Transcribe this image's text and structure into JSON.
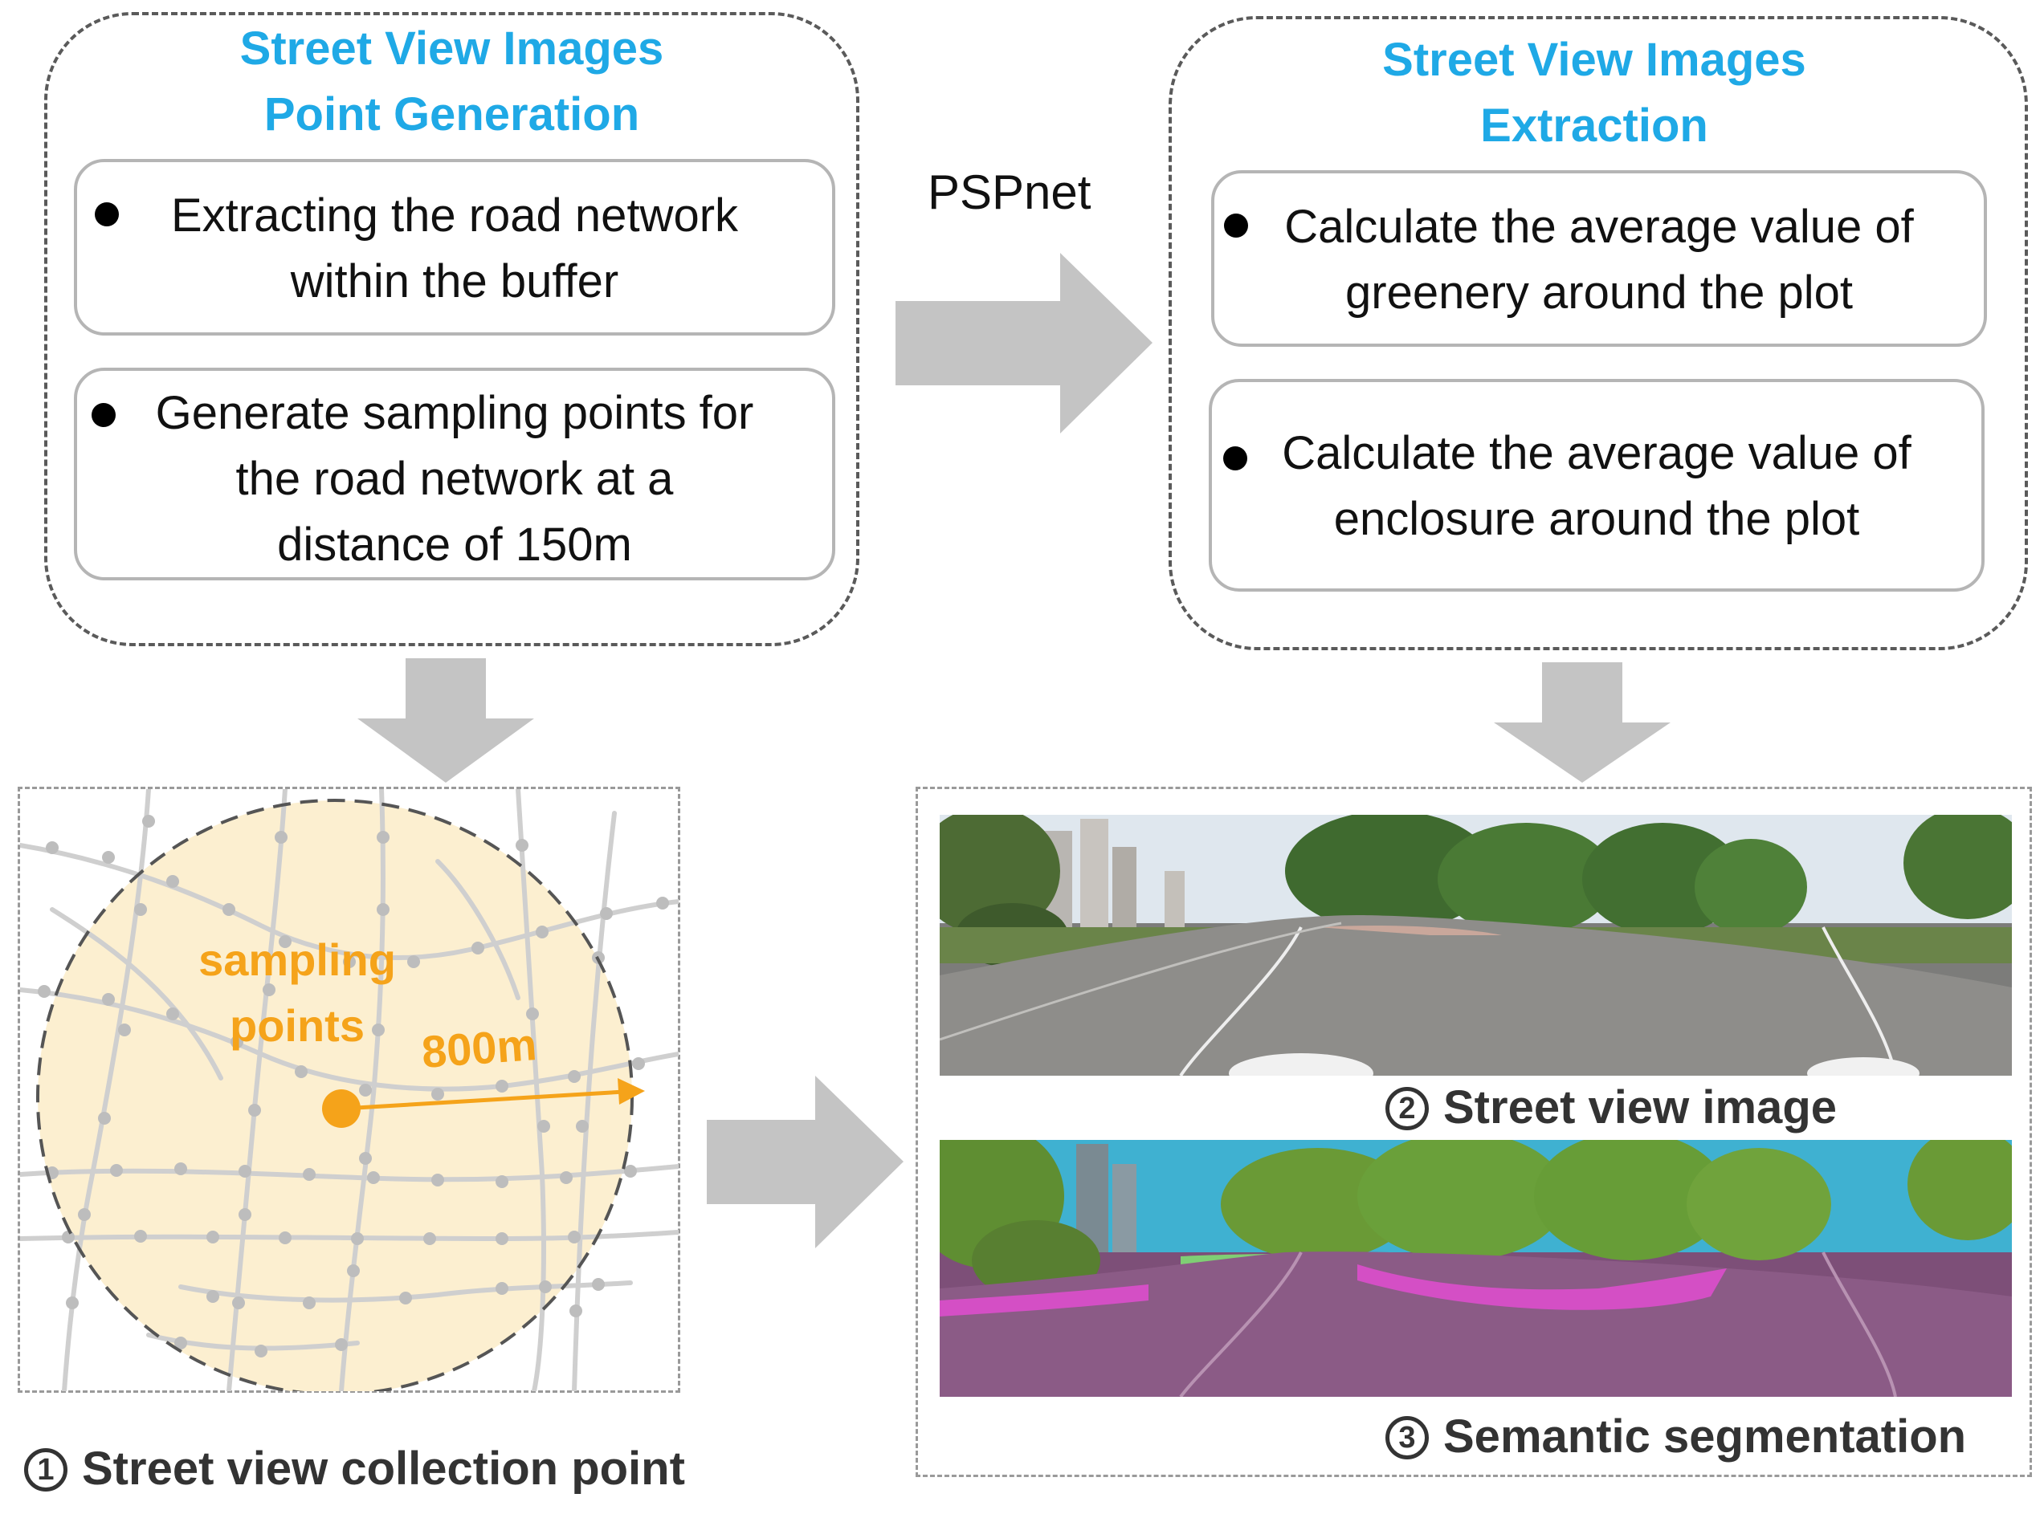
{
  "top_left_panel": {
    "title_line1": "Street View Images",
    "title_line2": "Point Generation",
    "item1_line1": "Extracting the road network",
    "item1_line2": "within the buffer",
    "item2_line1": "Generate sampling points for",
    "item2_line2": "the road network at a",
    "item2_line3": "distance of 150m"
  },
  "top_right_panel": {
    "title_line1": "Street View Images",
    "title_line2": "Extraction",
    "item1_line1": "Calculate the average value of",
    "item1_line2": "greenery around the plot",
    "item2_line1": "Calculate the average value of",
    "item2_line2": "enclosure around the plot"
  },
  "arrow_label": "PSPnet",
  "map": {
    "sampling_label_line1": "sampling",
    "sampling_label_line2": "points",
    "radius_label": "800m"
  },
  "captions": {
    "c1_num": "1",
    "c1_text": "Street view collection point",
    "c2_num": "2",
    "c2_text": "Street view image",
    "c3_num": "3",
    "c3_text": "Semantic segmentation"
  },
  "colors": {
    "title_blue": "#1fa9e6",
    "accent_orange": "#f5a31a",
    "arrow_gray": "#c4c4c4",
    "buffer_fill": "#fcefd0"
  }
}
